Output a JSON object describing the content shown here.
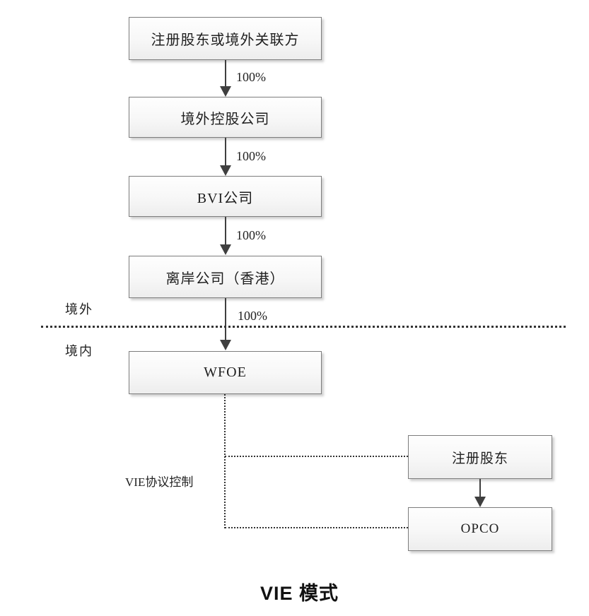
{
  "title": "VIE 模式",
  "regions": {
    "offshore": "境外",
    "onshore": "境内"
  },
  "vie_control_label": "VIE协议控制",
  "nodes": {
    "overseas_shareholders": {
      "label": "注册股东或境外关联方"
    },
    "overseas_holdco": {
      "label": "境外控股公司"
    },
    "bvi": {
      "label": "BVI公司"
    },
    "offshore_hk": {
      "label": "离岸公司（香港）"
    },
    "wfoe": {
      "label": "WFOE"
    },
    "registered_shareholders": {
      "label": "注册股东"
    },
    "opco": {
      "label": "OPCO"
    }
  },
  "ownership_labels": {
    "l1": "100%",
    "l2": "100%",
    "l3": "100%",
    "l4": "100%"
  }
}
